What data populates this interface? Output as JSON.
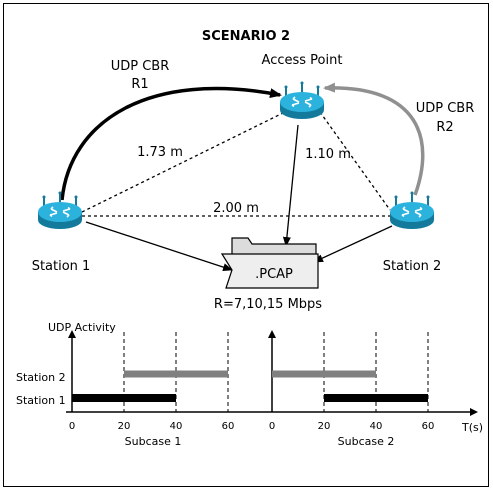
{
  "title": "SCENARIO 2",
  "nodes": {
    "access_point": "Access Point",
    "station1": "Station 1",
    "station2": "Station 2"
  },
  "flows": {
    "flow1": {
      "label": "UDP CBR",
      "rate": "R1"
    },
    "flow2": {
      "label": "UDP CBR",
      "rate": "R2"
    }
  },
  "distances": {
    "s1_ap": "1.73 m",
    "s2_ap": "1.10 m",
    "s1_s2": "2.00 m"
  },
  "capture": {
    "file": ".PCAP",
    "rate_note": "R=7,10,15 Mbps"
  },
  "timeline": {
    "y_axis_label": "UDP Activity",
    "x_axis_label": "T(s)",
    "row_labels": [
      "Station 2",
      "Station 1"
    ],
    "ticks": [
      "0",
      "20",
      "40",
      "60"
    ],
    "subcases": [
      {
        "label": "Subcase 1",
        "station1_active": [
          0,
          40
        ],
        "station2_active": [
          20,
          60
        ]
      },
      {
        "label": "Subcase 2",
        "station1_active": [
          20,
          60
        ],
        "station2_active": [
          0,
          40
        ]
      }
    ]
  },
  "colors": {
    "station1_bar": "#000000",
    "station2_bar": "#808080",
    "flow2_arrow": "#909090",
    "router_body": "#1ea3cc",
    "router_top": "#4fc6ea",
    "folder": "#dcdcdc"
  }
}
